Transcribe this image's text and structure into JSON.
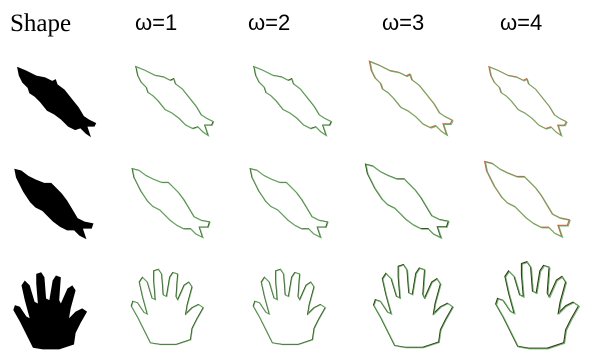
{
  "headers": {
    "shape": "Shape",
    "w1": "ω=1",
    "w2": "ω=2",
    "w3": "ω=3",
    "w4": "ω=4"
  },
  "colors": {
    "silhouette": "#000000",
    "outline_green": "#5cb85c",
    "outline_red": "#d9534f",
    "outline_dark": "#3a2a1a"
  },
  "rows": [
    {
      "shape": "fish-1"
    },
    {
      "shape": "fish-2"
    },
    {
      "shape": "hand"
    }
  ]
}
